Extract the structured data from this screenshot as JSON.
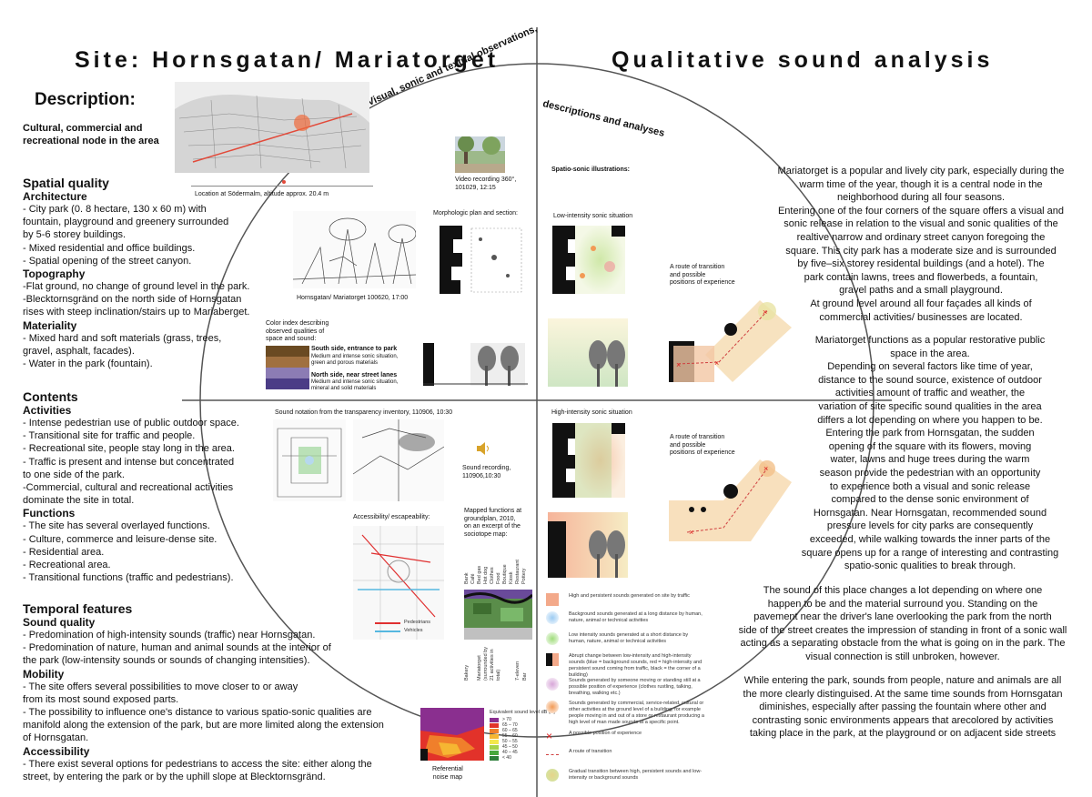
{
  "left_title": "Site: Hornsgatan/ Mariatorget",
  "right_title": "Qualitative sound analysis",
  "arc_left": "Visual, sonic and textual observations,",
  "arc_right": "descriptions and analyses",
  "description": {
    "heading": "Description:",
    "subtitle": "Cultural, commercial and recreational node in the area"
  },
  "spatial": {
    "heading": "Spatial quality",
    "architecture_heading": "Architecture",
    "architecture": [
      "- City park (0. 8 hectare, 130 x 60 m) with",
      "fountain, playground and greenery surrounded",
      "by 5-6 storey buildings.",
      "- Mixed residential and office buildings.",
      "- Spatial opening of the street canyon."
    ],
    "topography_heading": "Topography",
    "topography": [
      "-Flat ground, no change of ground level in the park.",
      "-Blecktornsgränd on the north side of Hornsgatan",
      "rises with steep inclination/stairs up to Mariaberget."
    ],
    "materiality_heading": "Materiality",
    "materiality": [
      "-  Mixed hard and soft materials (grass, trees,",
      "gravel, asphalt, facades).",
      "- Water in the park (fountain)."
    ]
  },
  "contents": {
    "heading": "Contents",
    "activities_heading": "Activities",
    "activities": [
      "- Intense pedestrian use of public outdoor space.",
      "- Transitional site for traffic and people.",
      "- Recreational site, people stay long in the area.",
      "- Traffic is present and intense but concentrated",
      "to one side of the park.",
      "-Commercial, cultural and recreational activities",
      "dominate the site in total."
    ],
    "functions_heading": "Functions",
    "functions": [
      "- The site has several overlayed functions.",
      "- Culture, commerce and leisure-dense site.",
      "- Residential area.",
      "- Recreational area.",
      "- Transitional functions (traffic and pedestrians)."
    ]
  },
  "temporal": {
    "heading": "Temporal features",
    "sound_heading": "Sound quality",
    "sound": [
      "- Predomination of high-intensity sounds (traffic) near Hornsgatan.",
      "- Predomination of nature, human and animal sounds at the interior of",
      "the park (low-intensity sounds or sounds of changing intensities)."
    ],
    "mobility_heading": "Mobility",
    "mobility": [
      "- The site offers several possibilities to move closer to or away",
      "from its most sound exposed parts.",
      "- The possibility to influence one's distance to various spatio-sonic qualities are",
      "manifold along the extension of the park, but are more limited along the extension",
      "of Hornsgatan."
    ],
    "accessibility_heading": "Accessibility",
    "accessibility": [
      "- There exist several options for pedestrians to access the site: either along the",
      "street, by entering the park or by the uphill slope at Blecktornsgränd."
    ]
  },
  "captions": {
    "location": "Location at Södermalm, altitude approx. 20.4 m",
    "video": "Video recording 360°,\n101029, 12:15",
    "photo": "Hornsgatan/ Mariatorget 100620, 17:00",
    "morphologic": "Morphologic plan and section:",
    "spatio_sonic": "Spatio-sonic illustrations:",
    "low_intensity": "Low-intensity sonic situation",
    "route1": "A route of transition\nand possible\npositions of experience",
    "color_index": "Color index describing\nobserved qualities of\nspace and sound:",
    "south_title": "South side, entrance to park",
    "south_text": "Medium and intense sonic situation,\ngreen and porous materials",
    "north_title": "North side, near street lanes",
    "north_text": "Medium and intense sonic situation,\nmineral and solid materials",
    "sound_notation": "Sound notation from the transparency inventory, 110906, 10:30",
    "high_intensity": "High-intensity sonic situation",
    "route2": "A route of transition\nand possible\npositions of experience",
    "sound_recording": "Sound recording,\n110906,10:30",
    "accessibility_map": "Accessibility/ escapeability:",
    "mapped": "Mapped functions at\ngroundplan, 2010,\non an excerpt of the\nsociotope map:",
    "pedestrians": "Pedestrians",
    "vehicles": "Vehicles",
    "noise_map": "Referential\nnoise map",
    "equivalent": "Equivalent sound level dB (A)",
    "key_title": "Key to spatio-sonic illustrations"
  },
  "sociotope_labels": [
    "Bank",
    "Café",
    "Bed gas",
    "Hot dog",
    "Clothes",
    "Food",
    "Boutique",
    "Kiosk",
    "Restaurant",
    "Pottery"
  ],
  "sociotope_bottom": [
    "Bakery",
    "Mariatorget (surrounded by 21 activities in total)",
    "7-eleven",
    "Bar"
  ],
  "noise_legend": [
    {
      "label": "> 70",
      "color": "#8a2f8f"
    },
    {
      "label": "65 – 70",
      "color": "#e2322a"
    },
    {
      "label": "60 – 65",
      "color": "#f07f2b"
    },
    {
      "label": "55 – 60",
      "color": "#f6b632"
    },
    {
      "label": "50 – 55",
      "color": "#f3e84b"
    },
    {
      "label": "45 – 50",
      "color": "#a4d24a"
    },
    {
      "label": "40 – 45",
      "color": "#46a83c"
    },
    {
      "label": "< 40",
      "color": "#2d7f3a"
    }
  ],
  "key_items": [
    {
      "text": "High and persistent sounds generated on site by traffic",
      "color": "#f3a98a"
    },
    {
      "text": "Background sounds generated at a long distance by human, nature, animal or technical activities",
      "color": "#9ccbf2"
    },
    {
      "text": "Low intensity sounds generated at a short distance by human, nature, animal or technical activities",
      "color": "#9fdc7a"
    },
    {
      "text": "Abrupt change between low-intensity and high-intensity sounds (blue = background sounds, red = high-intensity and persistent sound coming from traffic, black = the corner of a building)",
      "color": "#111111"
    },
    {
      "text": "Sounds generated by someone moving or standing still at a possible position of experience (clothes rustling, talking, breathing, walking etc.)",
      "color": "#d7a6d8"
    },
    {
      "text": "Sounds generated by commercial, service-related, cultural or other activities at the ground level of a building, for example people moving in and out of a store or restaurant producing a high level of man made sounds at a specific point.",
      "color": "#f29a55"
    },
    {
      "text": "A possible position of experience",
      "color": "#e02020"
    },
    {
      "text": "A route of transition",
      "color": "#d04040"
    },
    {
      "text": "Gradual transition between high, persistent sounds and low-intensity or background sounds",
      "color": "#e6d48a"
    }
  ],
  "analysis": {
    "p1": [
      "Mariatorget is a popular and lively city park, especially during the",
      "warm time of the year, though it is a central node in the",
      "neighborhood during all four seasons.",
      "Entering one of the four corners of the square offers a visual and",
      "sonic release in relation to the visual and sonic qualities of the",
      "realtive narrow and ordinary street canyon foregoing the",
      "square. This city park has a moderate size and is surrounded",
      "by five–six storey residental buildings (and a hotel). The",
      "park contain lawns, trees and flowerbeds, a fountain,",
      "gravel paths and a small playground.",
      "At ground level around all four façades all kinds of",
      "commercial activities/ businesses are located."
    ],
    "p2": [
      "Mariatorget functions as a popular restorative public",
      "space in the area.",
      "Depending on several factors like time of year,",
      "distance to the sound source, existence of outdoor",
      "activities amount of traffic and weather, the",
      "variation of site specific sound qualities in the area",
      "differs a lot depending on where you happen to be.",
      "Entering the park from Hornsgatan, the sudden",
      "opening of the square with its flowers, moving",
      "water, lawns and huge trees during the warm",
      "season provide the pedestrian with an opportunity",
      "to experience both a visual and sonic release",
      "compared to the dense sonic environment of",
      "Hornsgatan. Near Hornsgatan, recommended sound",
      "pressure levels for city parks are consequently",
      "exceeded, while walking towards the inner parts of the",
      "square opens up for a range of interesting and contrasting",
      "spatio-sonic qualities to break through."
    ],
    "p3": [
      "The sound of this place changes a lot depending on where one",
      "happen to be and the material surround you. Standing on the",
      "pavement near the driver's lane overlooking the park from the north",
      "side of the street creates the impression of standing in front of a sonic wall",
      "acting as a separating obstacle from the what is going on in the park. The",
      "visual connection is still unbroken, however."
    ],
    "p4": [
      "While entering the park, sounds from people, nature and animals are all",
      "the more clearly distinguised. At the same time sounds from Hornsgatan",
      "diminishes, especially after passing the fountain where other and",
      "contrasting sonic environments appears that arecolored by activities",
      "taking place in the park, at the playground or on adjacent side streets"
    ]
  }
}
